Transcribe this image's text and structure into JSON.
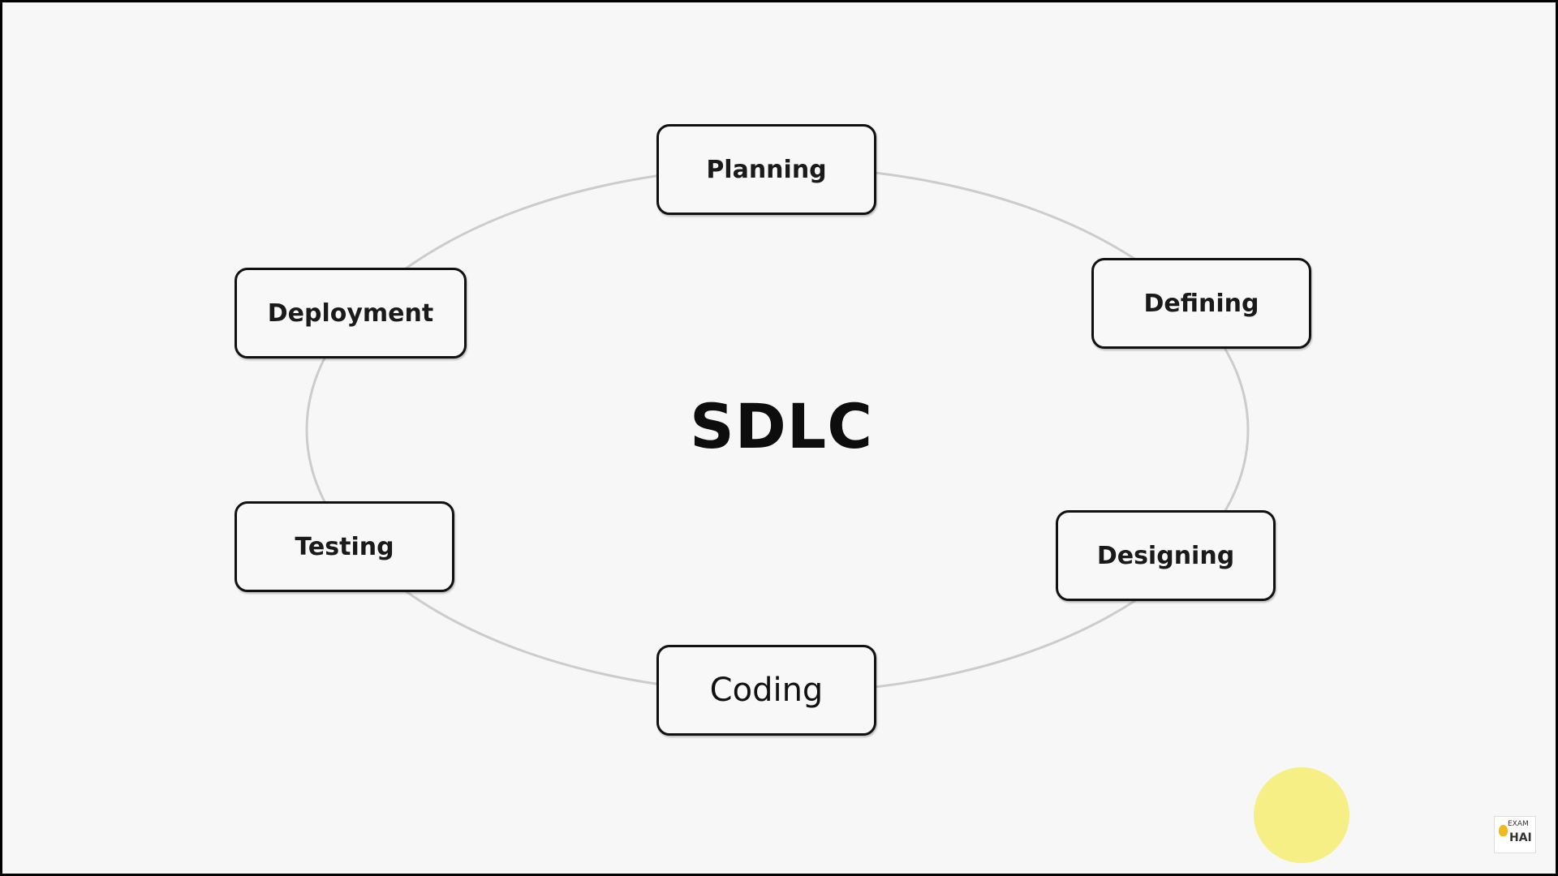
{
  "diagram": {
    "center_label": "SDLC",
    "phases": [
      {
        "id": "planning",
        "label": "Planning"
      },
      {
        "id": "defining",
        "label": "Defining"
      },
      {
        "id": "designing",
        "label": "Designing"
      },
      {
        "id": "coding",
        "label": "Coding"
      },
      {
        "id": "testing",
        "label": "Testing"
      },
      {
        "id": "deployment",
        "label": "Deployment"
      }
    ]
  },
  "watermark": {
    "top_text": "EXAM",
    "bottom_text": "HAI"
  },
  "colors": {
    "background": "#f7f7f7",
    "cycle_ring": "#cccccc",
    "box_border": "#111111",
    "cursor_highlight": "#f6ef86",
    "watermark_bulb": "#f3b81b"
  }
}
